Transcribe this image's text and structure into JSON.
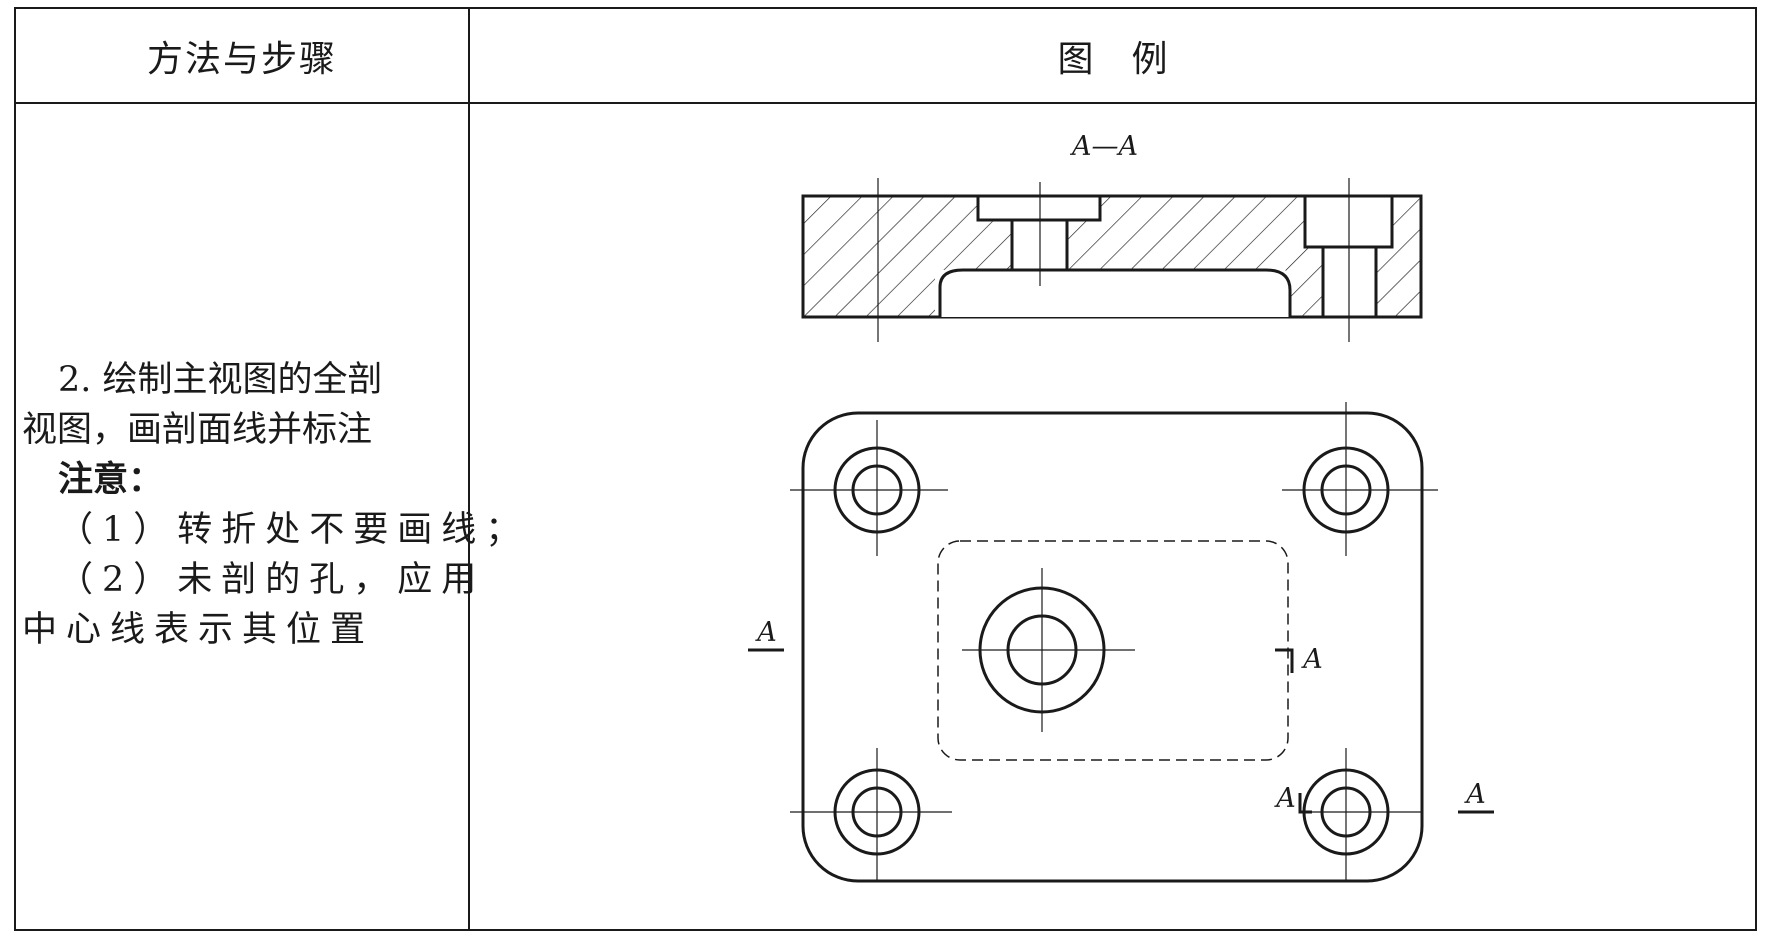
{
  "header": {
    "left": "方法与步骤",
    "right": "图例"
  },
  "steps": {
    "line1": "2. 绘制主视图的全剖",
    "line2": "视图，画剖面线并标注",
    "note_label": "注意：",
    "note1": "（1）转折处不要画线；",
    "note2": "（2）未剖的孔，应用",
    "note3": "中心线表示其位置"
  },
  "drawing": {
    "section_title": "A—A",
    "cut_label_left": "A",
    "cut_label_bend_top": "A",
    "cut_label_bend_bottom": "A",
    "cut_label_right": "A"
  }
}
